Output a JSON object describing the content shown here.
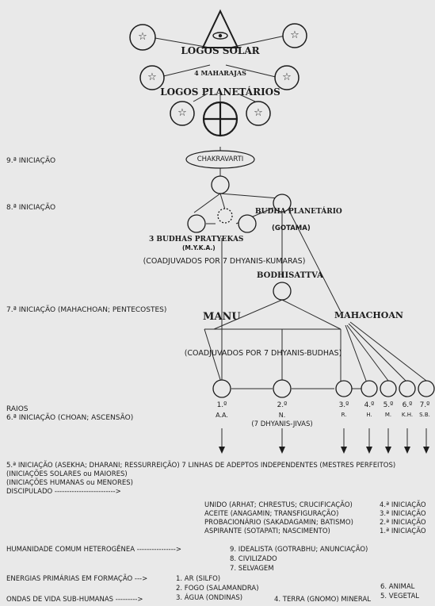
{
  "top": {
    "logos_solar": "LOGOS SOLAR",
    "maharajas": "4 MAHARAJAS",
    "logos_planetarios": "LOGOS PLANETÁRIOS"
  },
  "chakravarti": "CHAKRAVARTI",
  "budha_planetario": "BUDHA PLANETÁRIO",
  "gotama": "(GOTAMA)",
  "budhas_pratyekas": "3 BUDHAS PRATYEKAS",
  "myka": "(M.Y.K.A.)",
  "coadjuvados_kumaras": "(COADJUVADOS POR 7 DHYANIS-KUMARAS)",
  "bodhisattva": "BODHISATTVA",
  "manu": "MANU",
  "mahachoan": "MAHACHOAN",
  "coadjuvados_budhas": "(COADJUVADOS POR 7 DHYANIS-BUDHAS)",
  "rays": [
    {
      "num": "1.º",
      "abbr": "A.A."
    },
    {
      "num": "2.º",
      "abbr": "N."
    },
    {
      "num": "3.º",
      "abbr": "R."
    },
    {
      "num": "4.º",
      "abbr": "H."
    },
    {
      "num": "5.º",
      "abbr": "M."
    },
    {
      "num": "6.º",
      "abbr": "K.H."
    },
    {
      "num": "7.º",
      "abbr": "S.B."
    }
  ],
  "dhyanis_jivas": "(7 DHYANIS-JIVAS)",
  "left_labels": {
    "init9": "9.ª INICIAÇÃO",
    "init8": "8.ª INICIAÇÃO",
    "init7": "7.ª INICIAÇÃO (MAHACHOAN; PENTECOSTES)",
    "raios": "RAIOS",
    "init6": "6.ª INICIAÇÃO (CHOAN; ASCENSÃO)",
    "init5": "5.ª INICIAÇÃO (ASEKHA; DHARANI; RESSURREIÇÃO) 7 LINHAS DE ADEPTOS INDEPENDENTES (MESTRES PERFEITOS)",
    "solares": "(INICIAÇÕES SOLARES ou MAIORES)",
    "humanas": "(INICIAÇÕES HUMANAS ou MENORES)",
    "discipulado": "DISCIPULADO ------------------------->",
    "humanidade": "HUMANIDADE COMUM HETEROGÊNEA ---------------->",
    "energias": "ENERGIAS PRIMÁRIAS EM FORMAÇÃO --->",
    "ondas": "ONDAS DE VIDA SUB-HUMANAS --------->"
  },
  "discipulado_items": [
    {
      "text": "UNIDO (ARHAT; CHRESTUS; CRUCIFICAÇÃO)",
      "init": "4.ª INICIAÇÃO"
    },
    {
      "text": "ACEITE (ANAGAMIN; TRANSFIGURAÇÃO)",
      "init": "3.ª INICIAÇÃO"
    },
    {
      "text": "PROBACIONÁRIO (SAKADAGAMIN; BATISMO)",
      "init": "2.ª INICIAÇÃO"
    },
    {
      "text": "ASPIRANTE (SOTAPATI; NASCIMENTO)",
      "init": "1.ª INICIAÇÃO"
    }
  ],
  "humanidade_items": [
    "9. IDEALISTA (GOTRABHU; ANUNCIAÇÃO)",
    "8. CIVILIZADO",
    "7. SELVAGEM"
  ],
  "energias_items": [
    "1. AR (SILFO)",
    "2. FOGO (SALAMANDRA)",
    "3. ÁGUA (ONDINAS)"
  ],
  "terra": "4. TERRA (GNOMO) MINERAL",
  "animal": "6. ANIMAL",
  "vegetal": "5. VEGETAL",
  "star_glyph": "☆"
}
